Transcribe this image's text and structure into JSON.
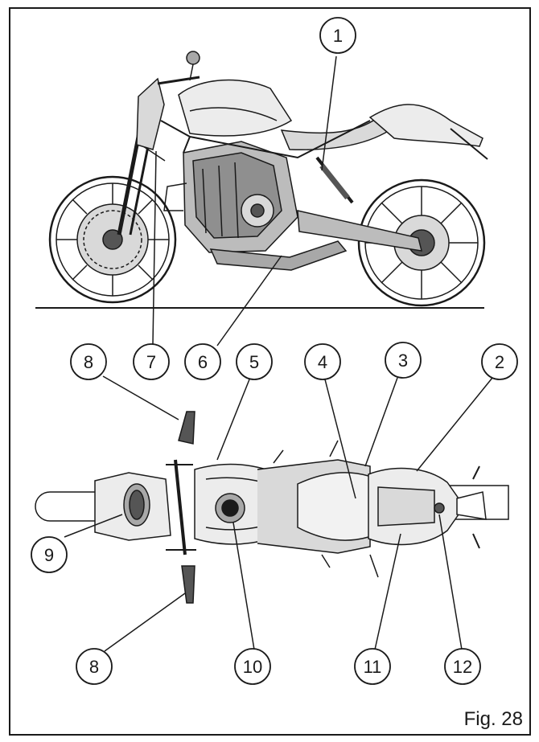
{
  "figure": {
    "caption": "Fig. 28",
    "callouts": [
      {
        "id": "c1",
        "label": "1"
      },
      {
        "id": "c2",
        "label": "2"
      },
      {
        "id": "c3",
        "label": "3"
      },
      {
        "id": "c4",
        "label": "4"
      },
      {
        "id": "c5",
        "label": "5"
      },
      {
        "id": "c6",
        "label": "6"
      },
      {
        "id": "c7",
        "label": "7"
      },
      {
        "id": "c8a",
        "label": "8"
      },
      {
        "id": "c8b",
        "label": "8"
      },
      {
        "id": "c9",
        "label": "9"
      },
      {
        "id": "c10",
        "label": "10"
      },
      {
        "id": "c11",
        "label": "11"
      },
      {
        "id": "c12",
        "label": "12"
      }
    ]
  },
  "colors": {
    "line": "#1a1a1a",
    "shade_light": "#d9d9d9",
    "shade_mid": "#a8a8a8",
    "shade_dark": "#555555",
    "background": "#ffffff"
  }
}
